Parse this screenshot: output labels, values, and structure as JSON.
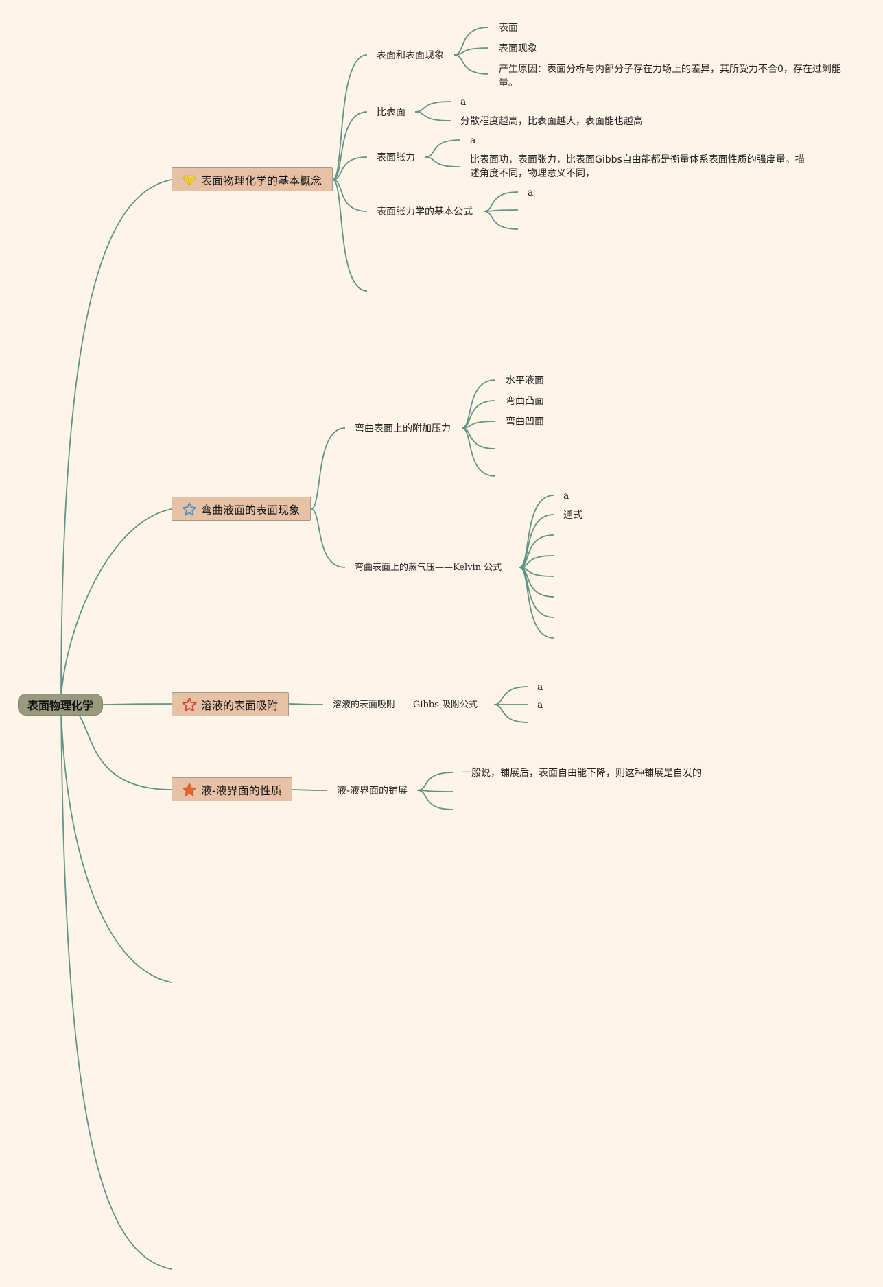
{
  "root": {
    "label": "表面物理化学"
  },
  "topics": [
    {
      "label": "表面物理化学的基本概念",
      "icon": "diamond-icon",
      "children": [
        {
          "label": "表面和表面现象",
          "children": [
            "表面",
            "表面现象",
            "产生原因：表面分析与内部分子存在力场上的差异，其所受力不合0，存在过剩能量。"
          ]
        },
        {
          "label": "比表面",
          "children": [
            "a",
            "分散程度越高，比表面越大，表面能也越高"
          ]
        },
        {
          "label": "表面张力",
          "children": [
            "a",
            "比表面功，表面张力，比表面Gibbs自由能都是衡量体系表面性质的强度量。描述角度不同，物理意义不同，"
          ]
        },
        {
          "label": "表面张力学的基本公式",
          "children": [
            "a"
          ]
        }
      ]
    },
    {
      "label": "弯曲液面的表面现象",
      "icon": "star-outline-blue-icon",
      "children": [
        {
          "label": "弯曲表面上的附加压力",
          "children": [
            "水平液面",
            "弯曲凸面",
            "弯曲凹面"
          ]
        },
        {
          "label": "弯曲表面上的蒸气压——Kelvin 公式",
          "children": [
            "a",
            "通式"
          ]
        }
      ]
    },
    {
      "label": "溶液的表面吸附",
      "icon": "star-outline-red-icon",
      "children": [
        {
          "label": "溶液的表面吸附——Gibbs 吸附公式",
          "children": [
            "a",
            "a"
          ]
        }
      ]
    },
    {
      "label": "液-液界面的性质",
      "icon": "star-filled-orange-icon",
      "children": [
        {
          "label": "液-液界面的铺展",
          "children": [
            "一般说，铺展后，表面自由能下降，则这种铺展是自发的"
          ]
        }
      ]
    }
  ],
  "colors": {
    "background": "#fef4e8",
    "line": "#5f9486",
    "root_fill": "#98997d",
    "topic_fill": "#e6c1a5"
  }
}
